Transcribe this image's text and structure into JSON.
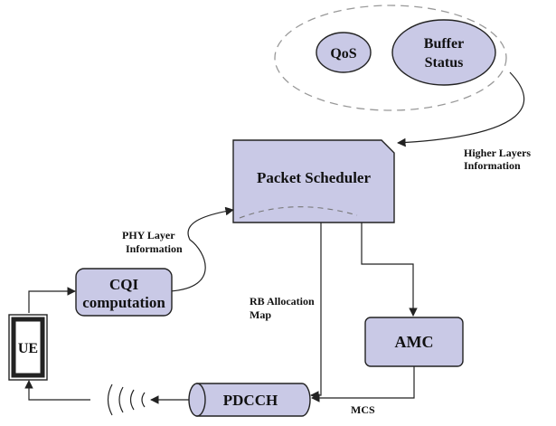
{
  "nodes": {
    "qos": "QoS",
    "buffer_status": [
      "Buffer",
      "Status"
    ],
    "packet_scheduler": "Packet Scheduler",
    "cqi_computation": [
      "CQI",
      "computation"
    ],
    "ue": "UE",
    "amc": "AMC",
    "pdcch": "PDCCH"
  },
  "labels": {
    "higher_layers": [
      "Higher Layers",
      "Information"
    ],
    "phy_layer": [
      "PHY Layer",
      "Information"
    ],
    "rb_allocation": [
      "RB Allocation",
      "Map"
    ],
    "mcs": "MCS"
  },
  "colors": {
    "box_fill": "#c9c9e6",
    "stroke": "#222222"
  }
}
